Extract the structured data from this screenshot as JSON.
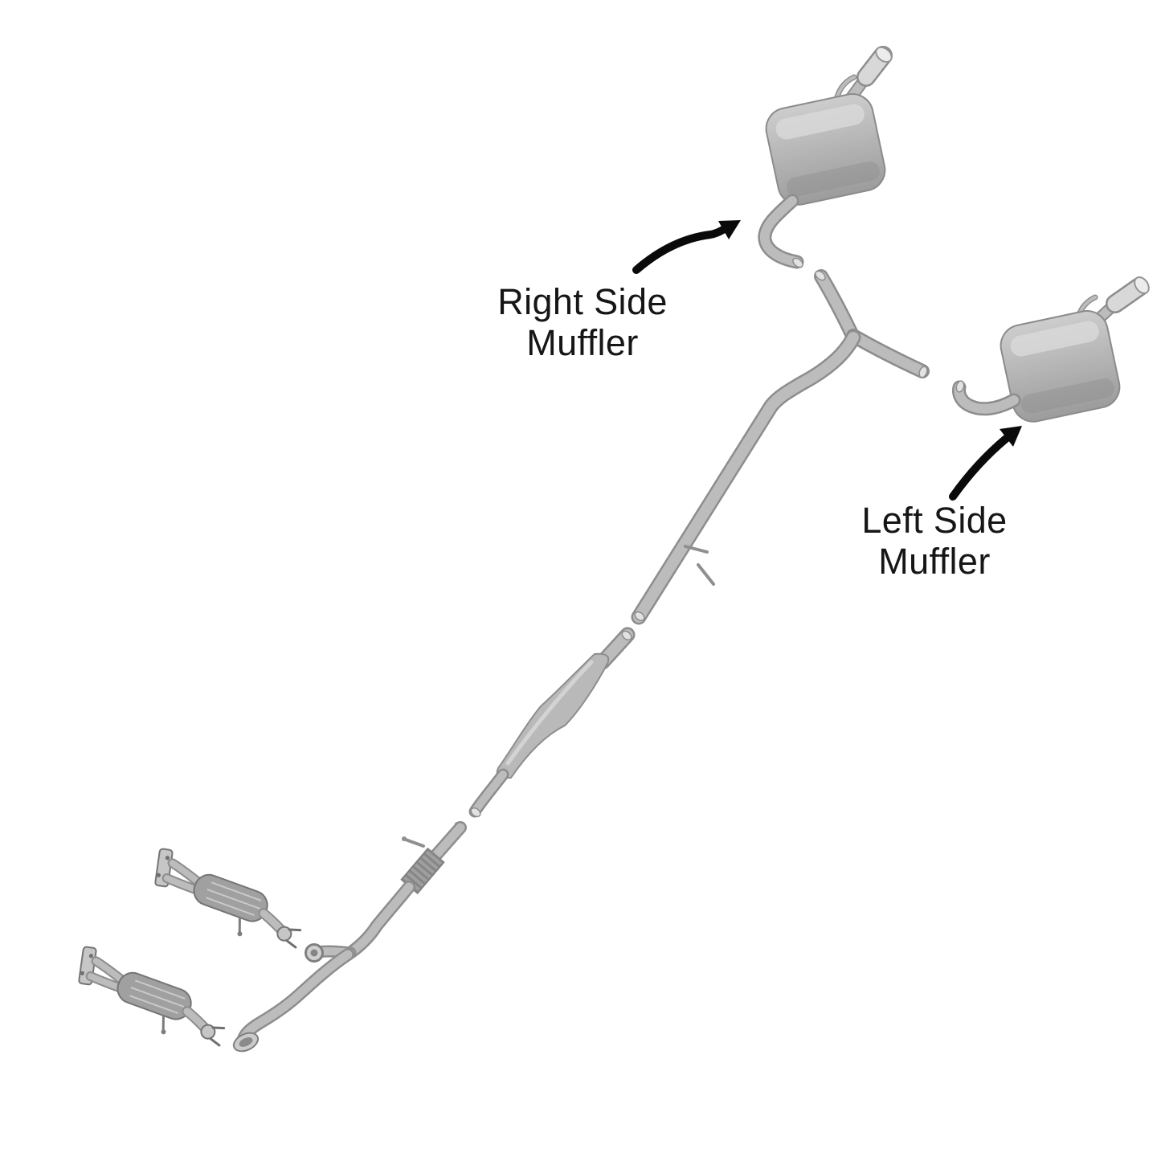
{
  "labels": {
    "right_muffler": {
      "line1": "Right Side",
      "line2": "Muffler"
    },
    "left_muffler": {
      "line1": "Left Side",
      "line2": "Muffler"
    }
  },
  "colors": {
    "background": "#ffffff",
    "text": "#161616",
    "arrow": "#0a0a0a",
    "pipe_fill": "#bcbcbc",
    "pipe_outline": "#8d8d8d",
    "cat_fill": "#a0a0a0",
    "cat_dark": "#757575",
    "flange_fill": "#c6c6c6"
  }
}
